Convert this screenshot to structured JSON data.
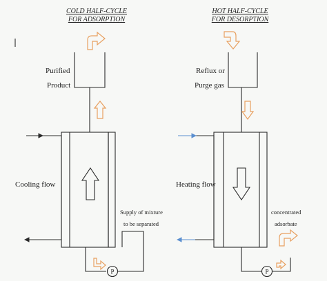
{
  "left_panel": {
    "title_line1": "COLD HALF-CYCLE",
    "title_line2": "FOR ADSORPTION",
    "product_line1": "Purified",
    "product_line2": "Product",
    "flow_label": "Cooling flow",
    "supply_line1": "Supply of mixture",
    "supply_line2": "to be separated",
    "pump_label": "P"
  },
  "right_panel": {
    "title_line1": "HOT HALF-CYCLE",
    "title_line2": "FOR DESORPTION",
    "reflux_line1": "Reflux or",
    "reflux_line2": "Purge gas",
    "flow_label": "Heating flow",
    "conc_line1": "concentrated",
    "conc_line2": "adsorbate",
    "pump_label": "P"
  },
  "colors": {
    "outline": "#2b2b2b",
    "process_arrow": "#e8a060",
    "heating_arrow": "#5b8fd0"
  }
}
